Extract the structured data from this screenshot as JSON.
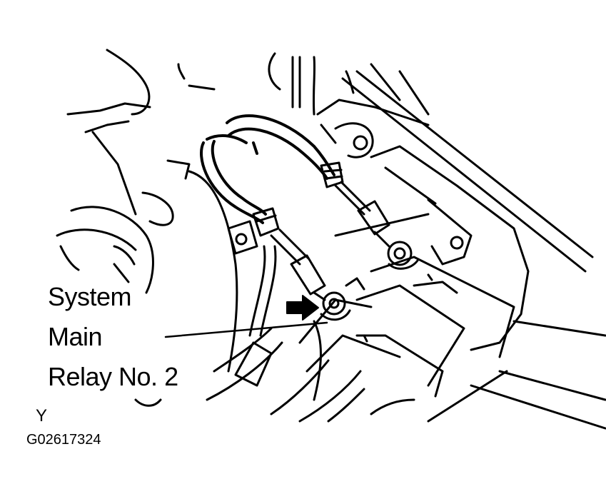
{
  "callout": {
    "lines": [
      "System",
      "Main",
      "Relay No. 2"
    ]
  },
  "view_code": "Y",
  "figure_code": "G02617324",
  "colors": {
    "ink": "#000000",
    "background": "#ffffff"
  }
}
